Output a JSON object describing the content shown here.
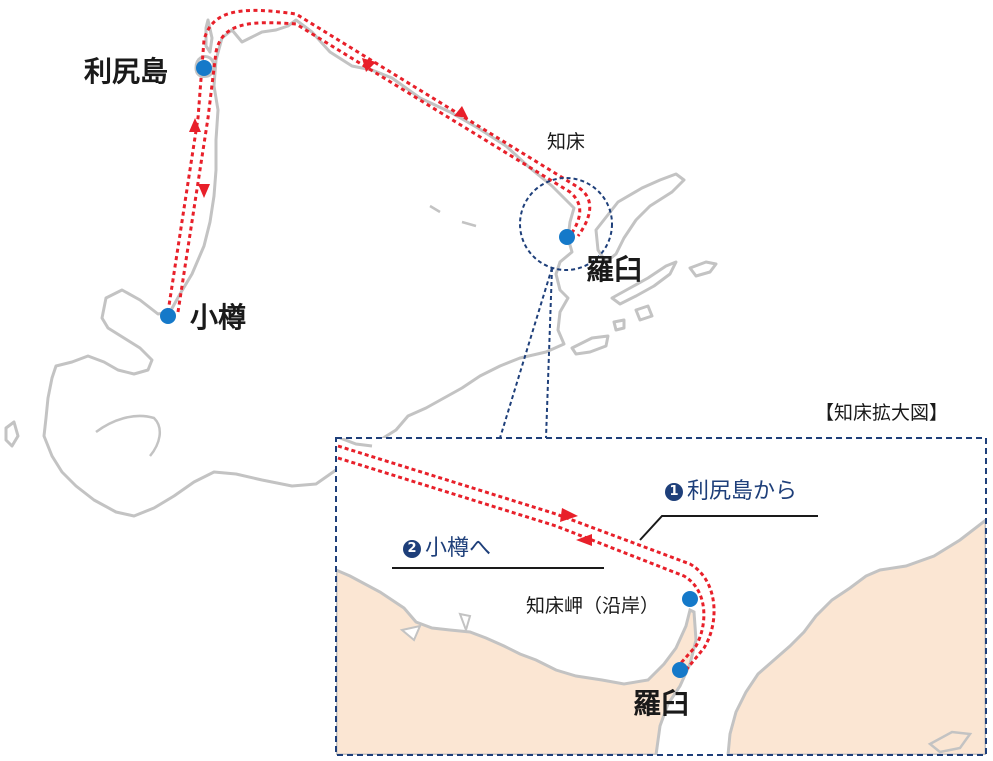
{
  "colors": {
    "coast": "#c3c3c3",
    "route": "#e8202a",
    "port": "#1579c9",
    "frame": "#1e3f7a",
    "land_inset": "#fbe6d3"
  },
  "ports": {
    "rishiri": "利尻島",
    "otaru": "小樽",
    "rausu": "羅臼"
  },
  "region_label": "知床",
  "inset": {
    "title": "【知床拡大図】",
    "cape": "知床岬（沿岸）",
    "rausu": "羅臼",
    "route_1": {
      "number": "1",
      "text": "利尻島から"
    },
    "route_2": {
      "number": "2",
      "text": "小樽へ"
    }
  }
}
